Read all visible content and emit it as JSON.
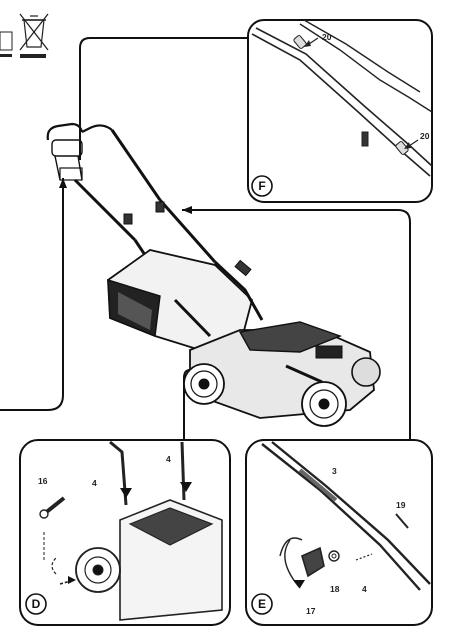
{
  "panels": {
    "F": {
      "letter": "F",
      "labels": [
        "20",
        "20"
      ]
    },
    "D": {
      "letter": "D",
      "labels": [
        "16",
        "4",
        "4"
      ]
    },
    "E": {
      "letter": "E",
      "labels": [
        "3",
        "19",
        "18",
        "17",
        "4"
      ]
    }
  },
  "icons": {
    "top_left": "weee-crossed-bin-icon"
  }
}
